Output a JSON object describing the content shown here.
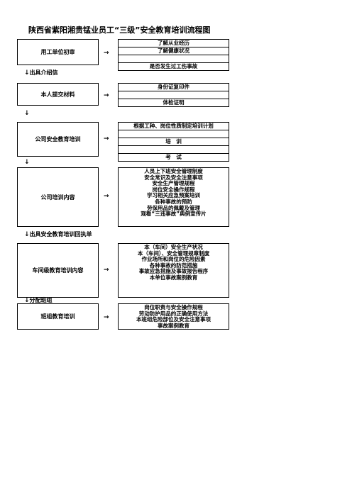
{
  "title": "陕西省紫阳湘贵锰业员工“三级”安全教育培训流程图",
  "arrow_glyph": "→",
  "down_glyph": "↓",
  "stages": [
    {
      "label": "用工单位初审",
      "right_rows": [
        "了解从业经历",
        "了解健康状况",
        "",
        "是否发生过工伤事故"
      ],
      "connector": "出具介绍信"
    },
    {
      "label": "本人提交材料",
      "right_rows": [
        "身份证复印件",
        "",
        "体检证明"
      ],
      "connector": ""
    },
    {
      "label": "公司安全教育培训",
      "right_rows": [
        "根据工种、岗位性质制定培训计划",
        "",
        "培　训",
        "",
        "考　试"
      ],
      "connector": ""
    },
    {
      "label": "公司培训内容",
      "right_lines": [
        "人员上下班安全管理制度",
        "安全常识及安全注意事项",
        "安全生产管理规程",
        "岗位安全操作规程",
        "学习相关应急预案培训",
        "各种事故的预防",
        "劳保用品的佩戴及管理",
        "观看“三违事故”典例宣传片"
      ],
      "connector": "出具安全教育培训回执单"
    },
    {
      "label": "车间级教育培训内容",
      "right_lines": [
        "本（车间）安全生产状况",
        "本（车间）、安全管理规章制度",
        "作业场所和岗位的危险因素",
        "各种事故的防范措施",
        "事故应急措施及事故报告程序",
        "本单位事故案例教育"
      ],
      "connector": "分配班组"
    },
    {
      "label": "班组教育培训",
      "right_lines": [
        "岗位职责与安全操作规程",
        "劳动防护用品的正确使用方法",
        "本班组危险部位及安全注意事项",
        "事故案例教育"
      ],
      "connector": ""
    }
  ]
}
